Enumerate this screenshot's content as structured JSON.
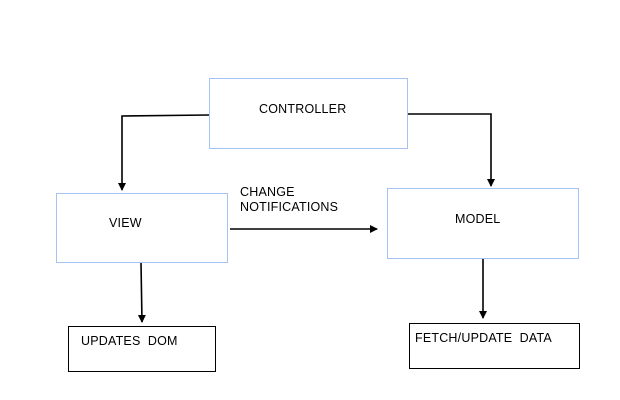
{
  "colors": {
    "primary_box_border": "#a4c2f4",
    "secondary_box_border": "#000000",
    "arrow": "#000000"
  },
  "nodes": {
    "controller": {
      "label": "CONTROLLER"
    },
    "view": {
      "label": "VIEW"
    },
    "model": {
      "label": "MODEL"
    },
    "updates_dom": {
      "label": "UPDATES  DOM"
    },
    "fetch_update_data": {
      "label": "FETCH/UPDATE  DATA"
    }
  },
  "edges": {
    "controller_to_view": {
      "from": "controller",
      "to": "view"
    },
    "controller_to_model": {
      "from": "controller",
      "to": "model"
    },
    "view_to_model": {
      "from": "view",
      "to": "model",
      "label": "CHANGE\nNOTIFICATIONS"
    },
    "view_to_updates_dom": {
      "from": "view",
      "to": "updates_dom"
    },
    "model_to_fetch_update_data": {
      "from": "model",
      "to": "fetch_update_data"
    }
  }
}
